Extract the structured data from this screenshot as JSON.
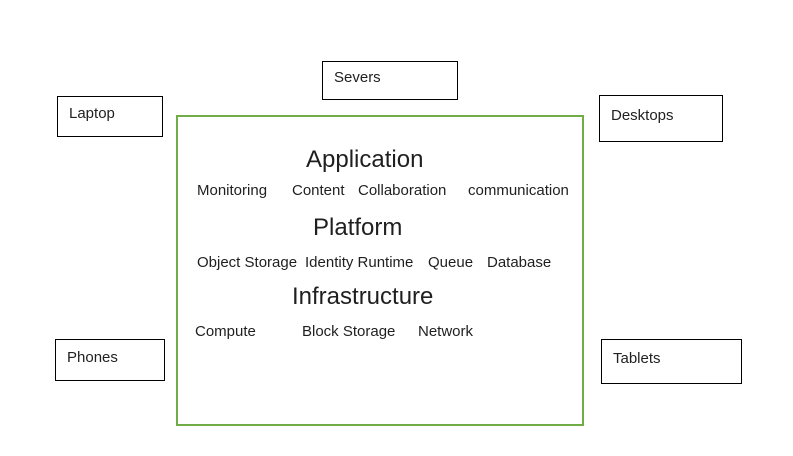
{
  "diagram": {
    "background": "#ffffff"
  },
  "devices": {
    "servers": {
      "label": "Severs"
    },
    "laptop": {
      "label": "Laptop"
    },
    "desktops": {
      "label": "Desktops"
    },
    "phones": {
      "label": "Phones"
    },
    "tablets": {
      "label": "Tablets"
    }
  },
  "stack": {
    "layers": [
      {
        "title": "Application",
        "items": [
          "Monitoring",
          "Content",
          "Collaboration",
          "communication"
        ]
      },
      {
        "title": "Platform",
        "items": [
          "Object Storage",
          "Identity Runtime",
          "Queue",
          "Database"
        ]
      },
      {
        "title": "Infrastructure",
        "items": [
          "Compute",
          "Block Storage",
          "Network"
        ]
      }
    ]
  },
  "colors": {
    "stack_border": "#70AD47",
    "device_border": "#000000",
    "text": "#1f1f1f"
  }
}
